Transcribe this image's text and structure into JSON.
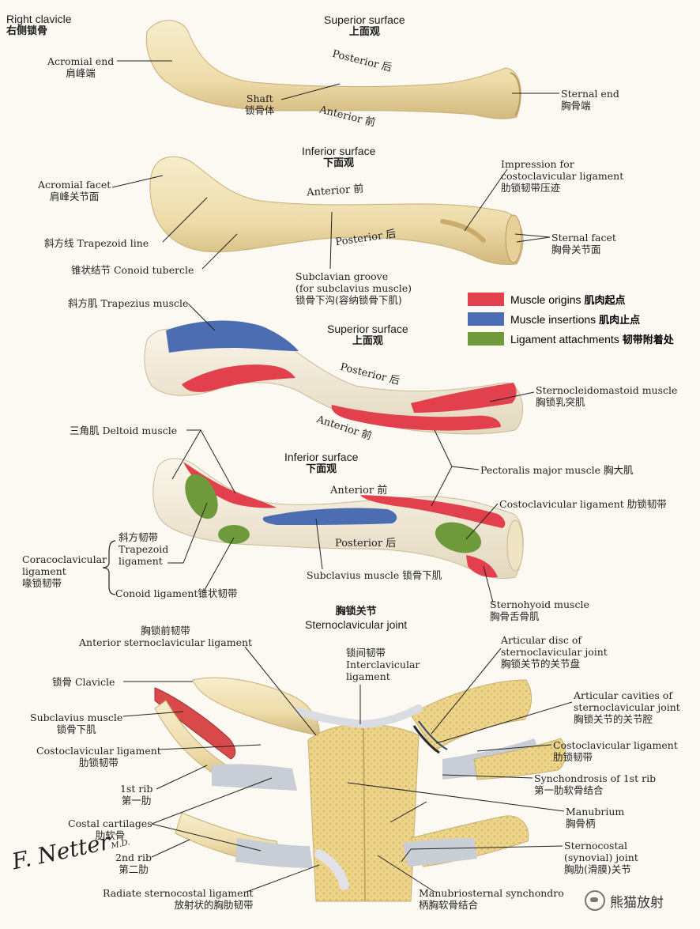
{
  "title": {
    "en": "Right clavicle",
    "zh": "右侧锁骨"
  },
  "views": [
    {
      "en": "Superior surface",
      "zh": "上面观"
    },
    {
      "en": "Inferior surface",
      "zh": "下面观"
    },
    {
      "en": "Superior surface",
      "zh": "上面观"
    },
    {
      "en": "Inferior surface",
      "zh": "下面观"
    }
  ],
  "joint_heading": {
    "zh": "胸锁关节",
    "en": "Sternoclavicular joint"
  },
  "orientation": {
    "posterior1": {
      "en": "Posterior",
      "zh": "后"
    },
    "anterior1": {
      "en": "Anterior",
      "zh": "前"
    },
    "anterior2": {
      "en": "Anterior",
      "zh": "前"
    },
    "posterior2": {
      "en": "Posterior",
      "zh": "后"
    },
    "posterior3": {
      "en": "Posterior",
      "zh": "后"
    },
    "anterior3": {
      "en": "Anterior",
      "zh": "前"
    },
    "anterior4": {
      "en": "Anterior",
      "zh": "前"
    },
    "posterior4": {
      "en": "Posterior",
      "zh": "后"
    }
  },
  "legend": [
    {
      "en": "Muscle origins",
      "zh": "肌肉起点",
      "color": "#e2404c"
    },
    {
      "en": "Muscle insertions",
      "zh": "肌肉止点",
      "color": "#4d6db3"
    },
    {
      "en": "Ligament attachments",
      "zh": "韧带附着处",
      "color": "#6f9a3c"
    }
  ],
  "labels": {
    "acromial_end": {
      "en": "Acromial end",
      "zh": "肩峰端"
    },
    "shaft": {
      "en": "Shaft",
      "zh": "锁骨体"
    },
    "sternal_end": {
      "en": "Sternal end",
      "zh": "胸骨端"
    },
    "acromial_facet": {
      "en": "Acromial facet",
      "zh": "肩峰关节面"
    },
    "impression": {
      "en1": "Impression for",
      "en2": "costoclavicular ligament",
      "zh": "肋锁韧带压迹"
    },
    "trapezoid_line": {
      "text": "斜方线 Trapezoid line"
    },
    "sternal_facet": {
      "en": "Sternal facet",
      "zh": "胸骨关节面"
    },
    "conoid_tubercle": {
      "text": "锥状结节 Conoid tubercle"
    },
    "subclavian_groove": {
      "en1": "Subclavian groove",
      "en2": "(for subclavius muscle)",
      "zh": "锁骨下沟(容纳锁骨下肌)"
    },
    "trapezius": {
      "text": "斜方肌 Trapezius muscle"
    },
    "scm": {
      "en": "Sternocleidomastoid muscle",
      "zh": "胸锁乳突肌"
    },
    "deltoid": {
      "text": "三角肌 Deltoid muscle"
    },
    "pectoralis": {
      "text": "Pectoralis major muscle 胸大肌"
    },
    "costoclav_lig1": {
      "text": "Costoclavicular ligament 肋锁韧带"
    },
    "coracoclavicular": {
      "en1": "Coracoclavicular",
      "en2": "ligament",
      "zh": "喙锁韧带"
    },
    "trapezoid_lig": {
      "zh": "斜方韧带",
      "en1": "Trapezoid",
      "en2": "ligament"
    },
    "conoid_lig": {
      "text": "Conoid ligament锥状韧带"
    },
    "subclavius_muscle1": {
      "text": "Subclavius muscle 锁骨下肌"
    },
    "sternohyoid": {
      "en": "Sternohyoid muscle",
      "zh": "胸骨舌骨肌"
    },
    "ant_sc_lig": {
      "zh": "胸锁前韧带",
      "en": "Anterior sternoclavicular ligament"
    },
    "interclavicular": {
      "zh": "锁间韧带",
      "en1": "Interclavicular",
      "en2": "ligament"
    },
    "articular_disc": {
      "en1": "Articular disc of",
      "en2": "sternoclavicular joint",
      "zh": "胸锁关节的关节盘"
    },
    "clavicle": {
      "text": "锁骨 Clavicle"
    },
    "articular_cavities": {
      "en1": "Articular cavities of",
      "en2": "sternoclavicular joint",
      "zh": "胸锁关节的关节腔"
    },
    "subclavius_muscle2": {
      "en": "Subclavius muscle",
      "zh": "锁骨下肌"
    },
    "costoclav_lig2": {
      "en": "Costoclavicular ligament",
      "zh": "肋锁韧带"
    },
    "costoclav_lig3": {
      "en": "Costoclavicular ligament",
      "zh": "肋锁韧带"
    },
    "synchondrosis": {
      "en": "Synchondrosis of 1st rib",
      "zh": "第一肋软骨结合"
    },
    "first_rib": {
      "en": "1st rib",
      "zh": "第一肋"
    },
    "manubrium": {
      "en": "Manubrium",
      "zh": "胸骨柄"
    },
    "costal_cartilages": {
      "en": "Costal cartilages",
      "zh": "肋软骨"
    },
    "sternocostal": {
      "en1": "Sternocostal",
      "en2": "(synovial) joint",
      "zh": "胸肋(滑膜)关节"
    },
    "second_rib": {
      "en": "2nd rib",
      "zh": "第二肋"
    },
    "radiate": {
      "en": "Radiate sternocostal ligament",
      "zh": "放射状的胸肋韧带"
    },
    "manubriosternal": {
      "en": "Manubriosternal synchondro",
      "zh": "柄胸软骨结合"
    }
  },
  "signature": {
    "main": "F. Netter",
    "sub": "M.D."
  },
  "watermark": {
    "text": "熊猫放射"
  },
  "colors": {
    "bone": "#f0e2b4",
    "bone_shade": "#d9c48c",
    "muscle_origin": "#e2404c",
    "muscle_insertion": "#4d6db3",
    "ligament": "#6f9a3c",
    "cartilage": "#c9ced6",
    "marrow": "#ecd58a"
  }
}
